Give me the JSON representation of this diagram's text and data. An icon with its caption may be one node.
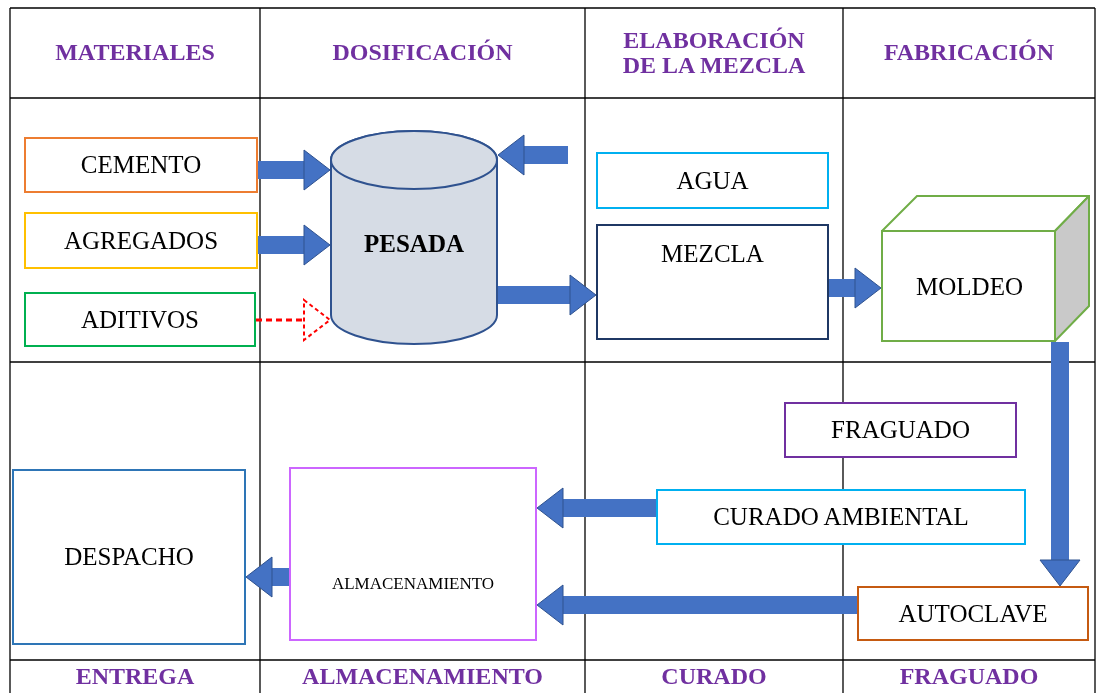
{
  "diagram": {
    "nodes": [
      {
        "text": [
          "CEMENTO"
        ]
      },
      {
        "text": [
          "AGREGADOS"
        ]
      },
      {
        "text": [
          "ADITIVOS"
        ]
      },
      {
        "text": [
          "PESADA"
        ]
      },
      {
        "text": [
          "AGUA"
        ]
      },
      {
        "text": [
          "MEZCLA"
        ]
      },
      {
        "text": [
          "MOLDEO"
        ]
      },
      {
        "text": [
          "FRAGUADO"
        ]
      },
      {
        "text": [
          "CURADO AMBIENTAL"
        ]
      },
      {
        "text": [
          "AUTOCLAVE"
        ]
      },
      {
        "text": [
          "ALMACENAMIENTO"
        ]
      },
      {
        "text": [
          "DESPACHO"
        ]
      }
    ],
    "edges": [
      {
        "from": 0,
        "to": 3,
        "arrow": "to"
      },
      {
        "from": 1,
        "to": 3,
        "arrow": "to"
      },
      {
        "from": 2,
        "to": 3,
        "arrow": "to",
        "style": "dashed",
        "color": "#ff0000"
      },
      {
        "from": null,
        "to": 3,
        "arrow": "to"
      },
      {
        "from": 3,
        "to": 5,
        "arrow": "to"
      },
      {
        "from": 5,
        "to": 6,
        "arrow": "to"
      },
      {
        "from": 6,
        "to": 9,
        "arrow": "to"
      },
      {
        "from": 8,
        "to": 10,
        "arrow": "to"
      },
      {
        "from": 9,
        "to": 10,
        "arrow": "to"
      },
      {
        "from": 10,
        "to": 11,
        "arrow": "to"
      }
    ],
    "labels": [
      "MATERIALES",
      "DOSIFICACIÓN",
      "ELABORACIÓN DE LA MEZCLA",
      "FABRICACIÓN",
      "ENTREGA",
      "ALMACENAMIENTO",
      "CURADO",
      "FRAGUADO"
    ]
  }
}
